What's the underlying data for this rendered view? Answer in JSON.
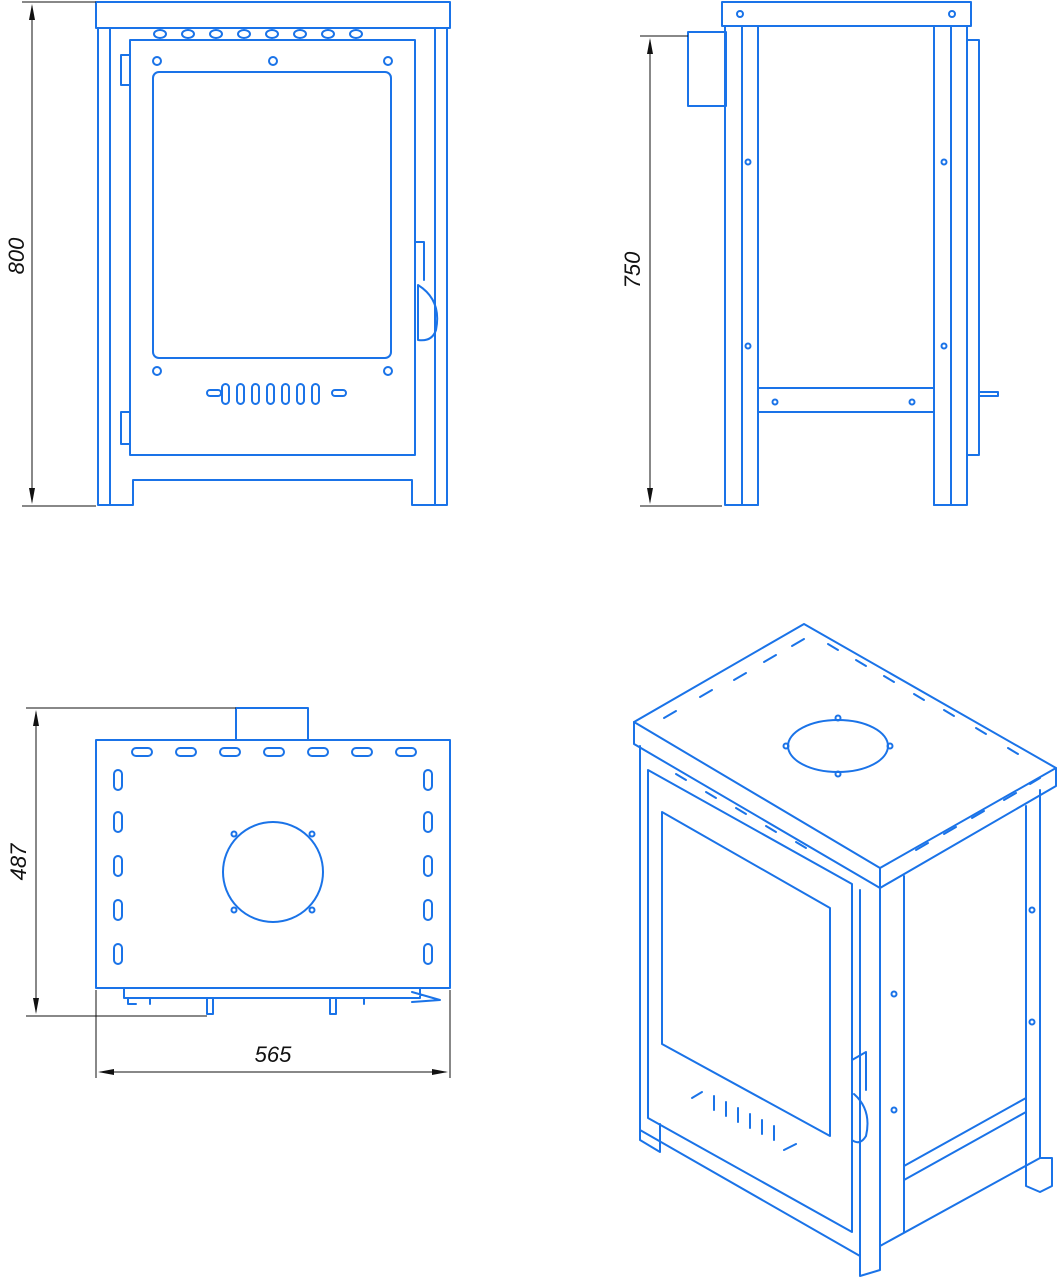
{
  "colors": {
    "outline": "#1a73e8",
    "dimension": "#111111",
    "background": "#ffffff"
  },
  "dimensions": {
    "front_height": "800",
    "side_height": "750",
    "top_depth": "487",
    "top_width": "565"
  }
}
